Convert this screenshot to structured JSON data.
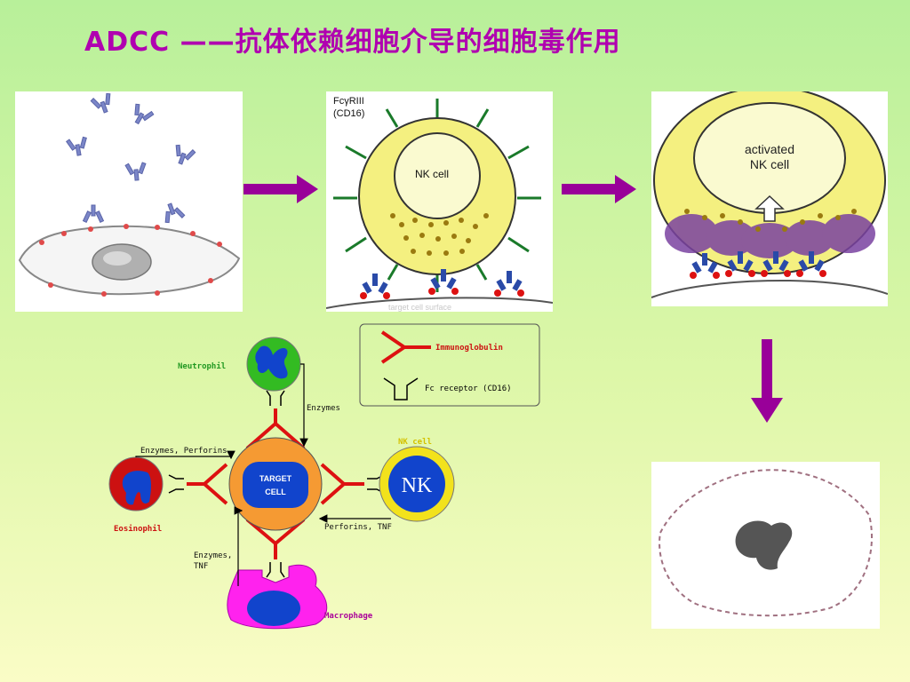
{
  "title": "ADCC ——抗体依赖细胞介导的细胞毒作用",
  "panels": {
    "nk_binding": {
      "receptor_label_1": "FcγRIII",
      "receptor_label_2": "(CD16)",
      "cell_label": "NK  cell",
      "surface_text": "target cell surface"
    },
    "activation": {
      "label_1": "activated",
      "label_2": "NK  cell"
    }
  },
  "diagram": {
    "legend": {
      "immunoglobulin": "Immunoglobulin",
      "fc_receptor": "Fc receptor (CD16)"
    },
    "neutrophil": "Neutrophil",
    "eosinophil": "Eosinophil",
    "nk_cell": "NK cell",
    "nk_symbol": "NK",
    "macrophage": "Macrophage",
    "target_1": "TARGET",
    "target_2": "CELL",
    "arrow_enzymes": "Enzymes",
    "arrow_enzymes_perforins": "Enzymes, Perforins",
    "arrow_perforins_tnf": "Perforins, TNF",
    "arrow_enzymes_tnf_1": "Enzymes,",
    "arrow_enzymes_tnf_2": "TNF"
  },
  "colors": {
    "title": "#b000b0",
    "arrow": "#990099",
    "antibody_red": "#dd1111",
    "nk_yellow": "#f4f080",
    "neutrophil_green": "#33bb22",
    "eosinophil_red": "#cc1111",
    "macrophage_magenta": "#ff22ee",
    "nucleus_blue": "#1144cc",
    "target_orange": "#f59a33"
  }
}
